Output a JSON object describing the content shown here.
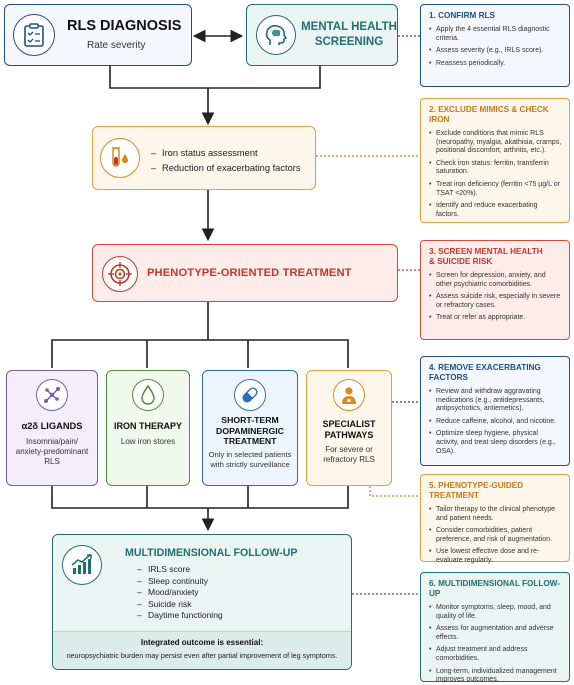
{
  "top": {
    "rls": {
      "title": "RLS DIAGNOSIS",
      "subtitle": "Rate severity"
    },
    "mental": {
      "title_line1": "MENTAL HEALTH",
      "title_line2": "SCREENING"
    }
  },
  "iron_box": {
    "items": [
      "Iron status assessment",
      "Reduction of exacerbating factors"
    ]
  },
  "phenotype": {
    "title": "PHENOTYPE-ORIENTED TREATMENT"
  },
  "treatments": [
    {
      "title": "α2δ LIGANDS",
      "desc": "Insomnia/pain/\nanxiety-predominant\nRLS"
    },
    {
      "title": "IRON THERAPY",
      "desc": "Low iron stores"
    },
    {
      "title": "SHORT-TERM\nDOPAMINERGIC\nTREATMENT",
      "desc": "Only in selected patients\nwith strictly surveillance"
    },
    {
      "title": "SPECIALIST\nPATHWAYS",
      "desc": "For severe or\nrefractory RLS"
    }
  ],
  "followup": {
    "title": "MULTIDIMENSIONAL FOLLOW-UP",
    "items": [
      "IRLS score",
      "Sleep continuity",
      "Mood/anxiety",
      "Suicide risk",
      "Daytime functioning"
    ],
    "outcome_bold": "Integrated outcome is essential:",
    "outcome_text": "neuropsychiatric burden may persist even after partial improvement of leg symptoms."
  },
  "steps": [
    {
      "title": "1. CONFIRM RLS",
      "color": "#1f4e8c",
      "items": [
        "Apply the 4 essential RLS diagnostic criteria.",
        "Assess severity (e.g., IRLS score).",
        "Reassess periodically."
      ]
    },
    {
      "title": "2. EXCLUDE MIMICS & CHECK IRON",
      "color": "#c77a1a",
      "items": [
        "Exclude conditions that mimic RLS (neuropathy, myalgia, akathisia, cramps, positional discomfort, arthritis, etc.).",
        "Check iron status: ferritin, transferrin saturation.",
        "Treat iron deficiency (ferritin <75 µg/L or TSAT <20%).",
        "Identify and reduce exacerbating factors."
      ]
    },
    {
      "title": "3. SCREEN MENTAL HEALTH\n& SUICIDE RISK",
      "color": "#c0392b",
      "items": [
        "Screen for depression, anxiety, and other psychiatric comorbidities.",
        "Assess suicide risk, especially in severe or refractory cases.",
        "Treat or refer as appropriate."
      ]
    },
    {
      "title": "4. REMOVE EXACERBATING FACTORS",
      "color": "#1f4e8c",
      "items": [
        "Review and withdraw aggravating medications (e.g., antidepressants, antipsychotics, antiemetics).",
        "Reduce caffeine, alcohol, and nicotine.",
        "Optimize sleep hygiene, physical activity, and treat sleep disorders (e.g., OSA)."
      ]
    },
    {
      "title": "5. PHENOTYPE-GUIDED TREATMENT",
      "color": "#c77a1a",
      "items": [
        "Tailor therapy to the clinical phenotype and patient needs.",
        "Consider comorbidities, patient preference, and risk of augmentation.",
        "Use lowest effective dose and re-evaluate regularly."
      ]
    },
    {
      "title": "6. MULTIDIMENSIONAL FOLLOW-UP",
      "color": "#1f6f74",
      "items": [
        "Monitor symptoms, sleep, mood, and quality of life.",
        "Assess for augmentation and adverse effects.",
        "Adjust treatment and address comorbidities.",
        "Long-term, individualized management improves outcomes."
      ]
    }
  ]
}
